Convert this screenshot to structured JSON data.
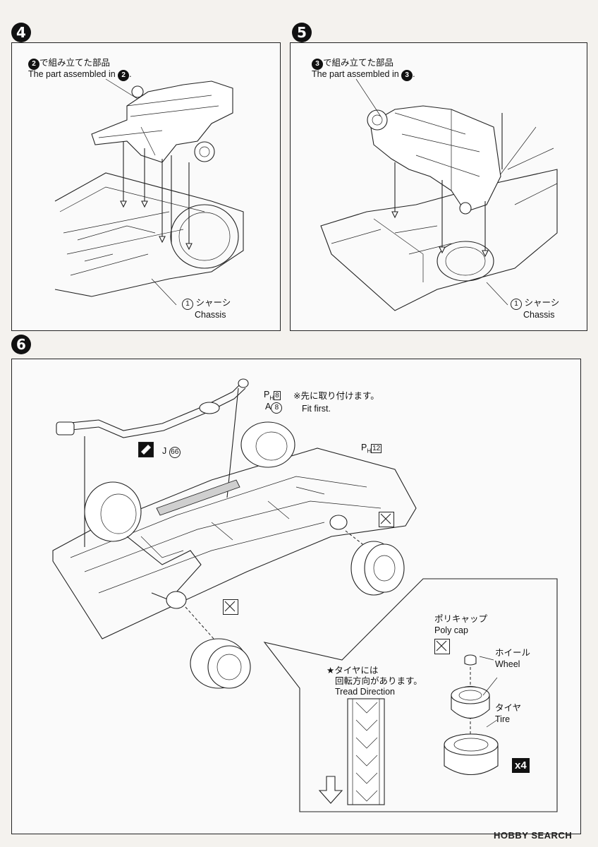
{
  "steps": {
    "step4": {
      "number": "4",
      "assembled_jp": "で組み立てた部品",
      "assembled_en": "The part assembled in",
      "ref_step": "2",
      "chassis_jp": "シャーシ",
      "chassis_en": "Chassis",
      "chassis_num": "1"
    },
    "step5": {
      "number": "5",
      "assembled_jp": "で組み立てた部品",
      "assembled_en": "The part assembled in",
      "ref_step": "3",
      "chassis_jp": "シャーシ",
      "chassis_en": "Chassis",
      "chassis_num": "1"
    },
    "step6": {
      "number": "6",
      "part_ph8_prefix": "P",
      "part_ph8_sub": "H",
      "part_ph8_num": "8",
      "part_a8_prefix": "A",
      "part_a8_num": "8",
      "note_jp": "※先に取り付けます。",
      "note_en": "Fit first.",
      "part_j66_prefix": "J",
      "part_j66_num": "66",
      "part_ph12_prefix": "P",
      "part_ph12_sub": "H",
      "part_ph12_num": "12",
      "detail": {
        "tread_jp_line1": "★タイヤには",
        "tread_jp_line2": "回転方向があります。",
        "tread_en": "Tread Direction",
        "polycap_jp": "ポリキャップ",
        "polycap_en": "Poly cap",
        "wheel_jp": "ホイール",
        "wheel_en": "Wheel",
        "tire_jp": "タイヤ",
        "tire_en": "Tire",
        "quantity": "x4"
      }
    }
  },
  "footer": {
    "watermark": "HOBBY SEARCH"
  }
}
